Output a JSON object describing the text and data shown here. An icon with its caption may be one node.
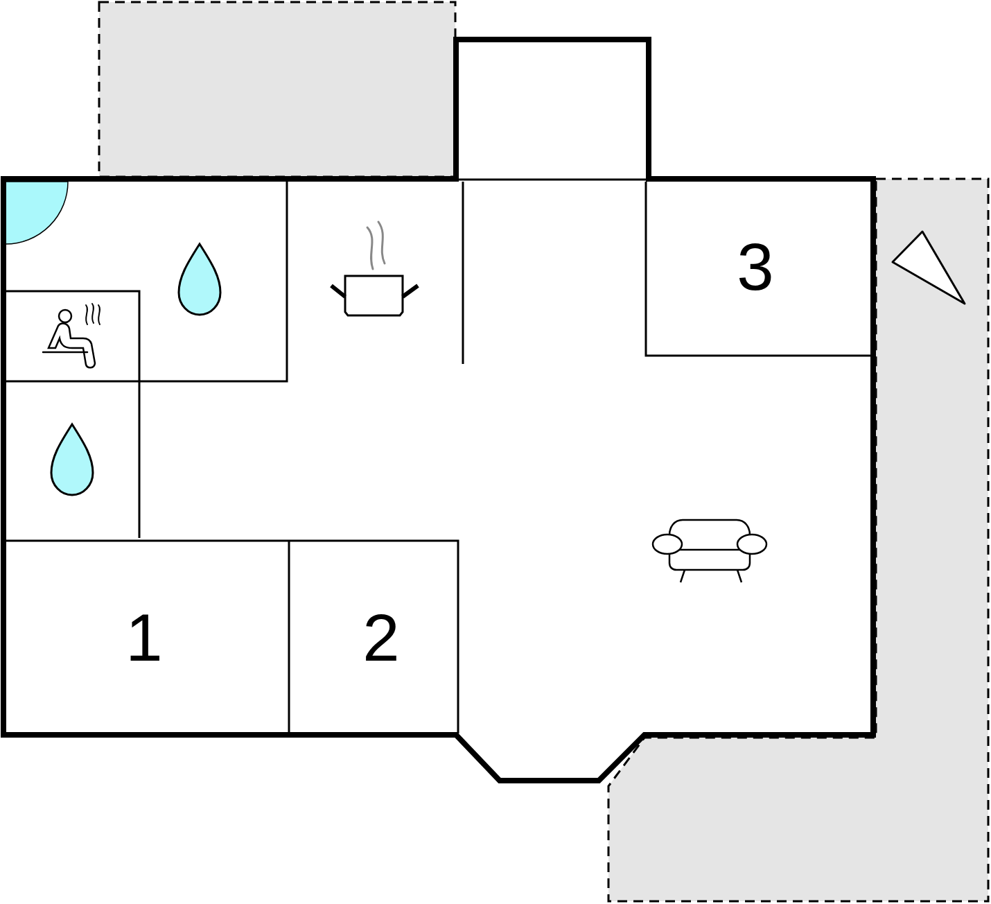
{
  "diagram": {
    "nodes": [
      {
        "text": [
          "3"
        ]
      },
      {
        "text": [
          "1"
        ]
      },
      {
        "text": [
          "2"
        ]
      }
    ]
  }
}
